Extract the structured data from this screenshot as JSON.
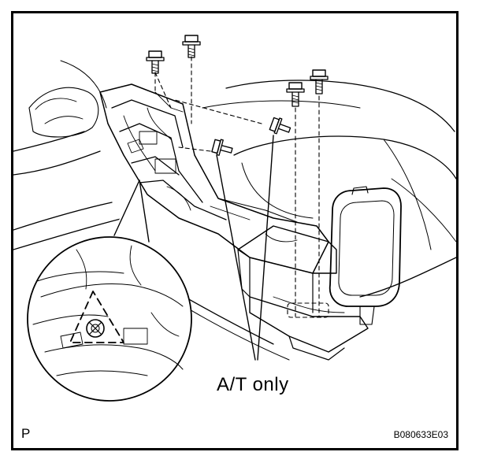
{
  "diagram": {
    "callout_label": "A/T only",
    "corner_left_label": "P",
    "corner_right_label": "B080633E03",
    "colors": {
      "ink": "#000000",
      "paper": "#ffffff"
    },
    "icons": [
      "bolt-icon",
      "screw-icon",
      "magnifier-detail-icon"
    ]
  }
}
